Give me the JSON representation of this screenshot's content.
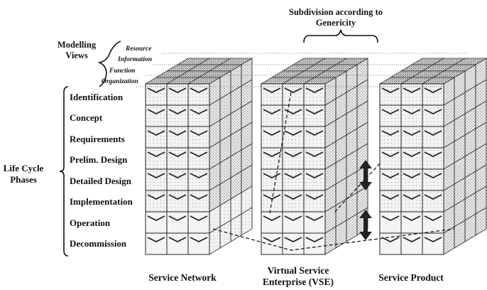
{
  "top_label": {
    "line1": "Subdivision according to",
    "line2": "Genericity"
  },
  "modelling_views": {
    "title_line1": "Modelling",
    "title_line2": "Views",
    "items": [
      "Resource",
      "Information",
      "Function",
      "Organization"
    ]
  },
  "life_cycle": {
    "title_line1": "Life Cycle",
    "title_line2": "Phases",
    "phases": [
      "Identification",
      "Concept",
      "Requirements",
      "Prelim. Design",
      "Detailed Design",
      "Implementation",
      "Operation",
      "Decommission"
    ]
  },
  "bottom_labels": {
    "network": "Service Network",
    "vse_line1": "Virtual Service",
    "vse_line2": "Enterprise (VSE)",
    "product": "Service Product"
  }
}
